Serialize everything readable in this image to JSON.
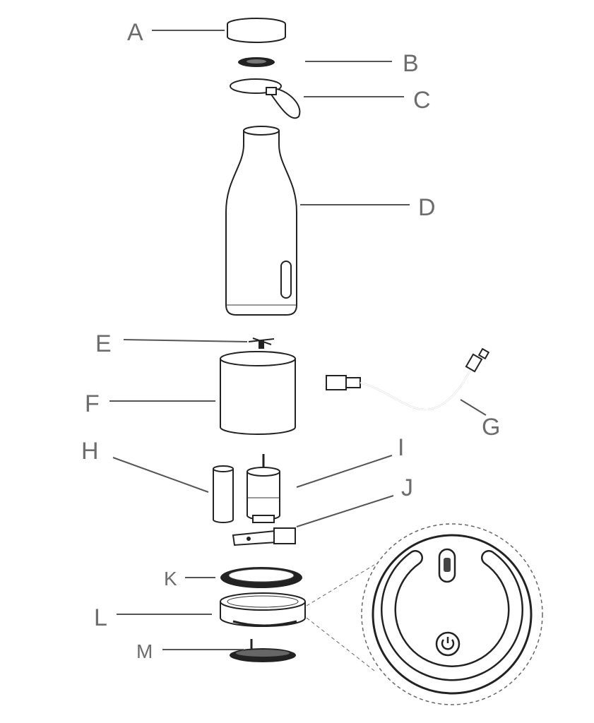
{
  "diagram": {
    "title": "Portable blender exploded view",
    "labels": {
      "A": "A",
      "B": "B",
      "C": "C",
      "D": "D",
      "E": "E",
      "F": "F",
      "G": "G",
      "H": "H",
      "I": "I",
      "J": "J",
      "K": "K",
      "L": "L",
      "M": "M"
    }
  }
}
